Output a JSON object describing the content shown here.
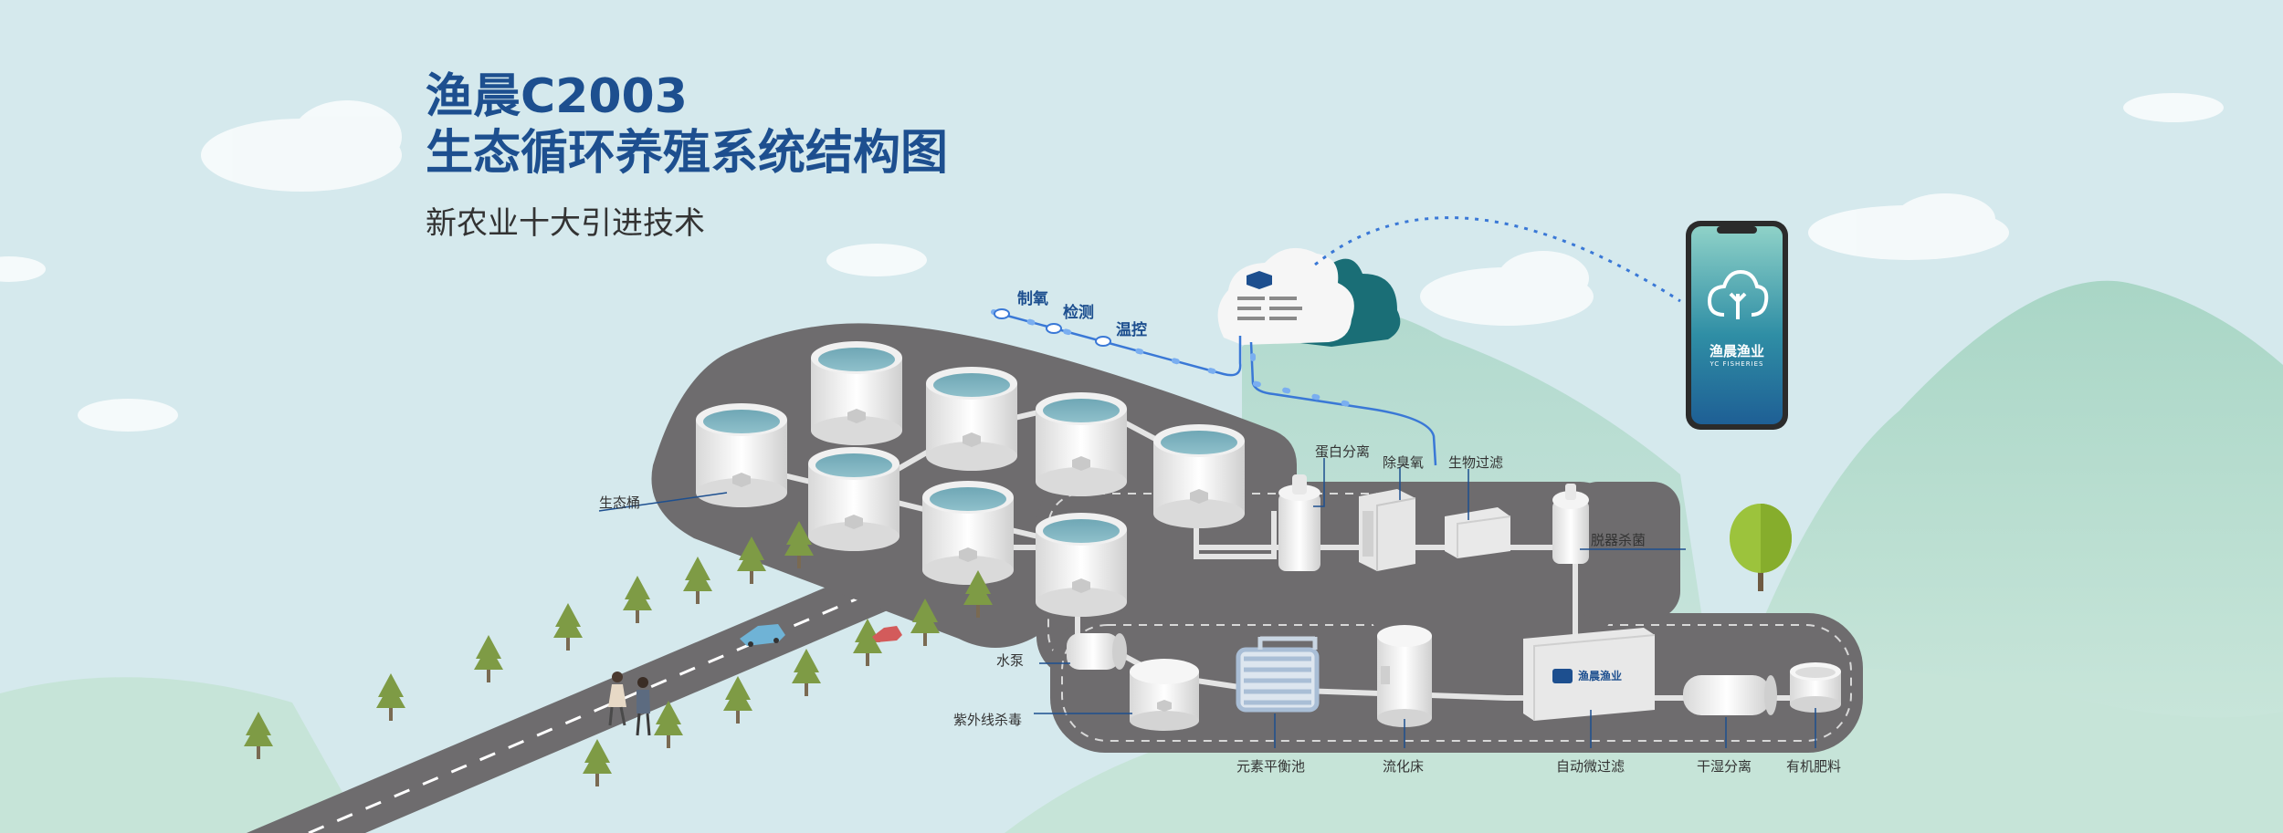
{
  "title": {
    "line1": "渔晨C2003",
    "line2": "生态循环养殖系统结构图"
  },
  "subtitle": "新农业十大引进技术",
  "control_labels": {
    "oxygen": "制氧",
    "detect": "检测",
    "temp": "温控"
  },
  "component_labels": {
    "tank": "生态桶",
    "protein": "蛋白分离",
    "ozone": "除臭氧",
    "biofilter": "生物过滤",
    "sterilize": "脱器杀菌",
    "pump": "水泵",
    "uv": "紫外线杀毒",
    "element": "元素平衡池",
    "fluidbed": "流化床",
    "microfilter": "自动微过滤",
    "drywet": "干湿分离",
    "fertilizer": "有机肥料"
  },
  "phone_app": {
    "name": "渔晨渔业",
    "name_en": "YC FISHERIES"
  },
  "filter_box_brand": "渔晨渔业",
  "colors": {
    "title": "#1d4f8f",
    "sky": "#d5e9ed",
    "platform": "#6e6c6e",
    "pipe": "#3a78d6",
    "hill": "#b6dccf"
  }
}
